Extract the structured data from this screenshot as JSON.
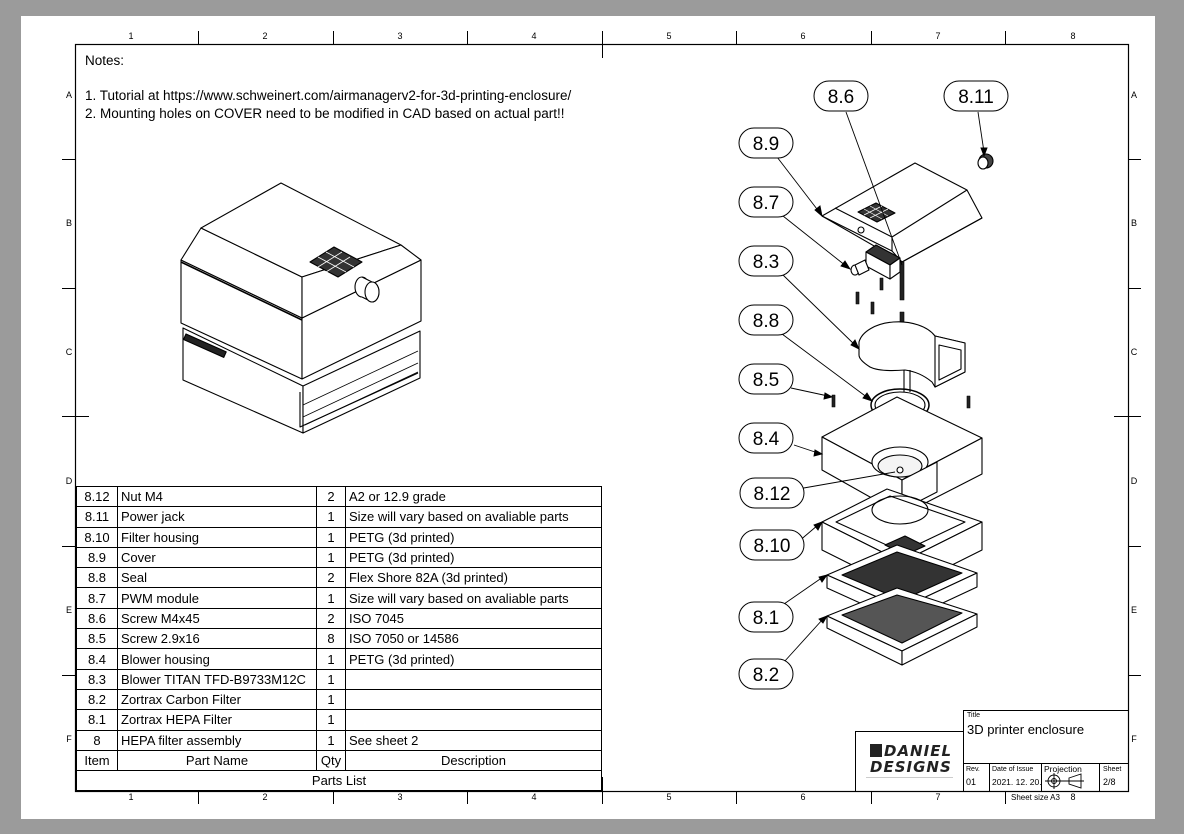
{
  "notes": {
    "title": "Notes:",
    "lines": [
      "1. Tutorial at https://www.schweinert.com/airmanagerv2-for-3d-printing-enclosure/",
      "2. Mounting holes on COVER need to be modified in CAD based on actual part!!"
    ]
  },
  "zones": {
    "columns": [
      "1",
      "2",
      "3",
      "4",
      "5",
      "6",
      "7",
      "8"
    ],
    "rows": [
      "A",
      "B",
      "C",
      "D",
      "E",
      "F"
    ]
  },
  "parts_list": {
    "caption": "Parts List",
    "headers": {
      "item": "Item",
      "name": "Part Name",
      "qty": "Qty",
      "description": "Description"
    },
    "rows": [
      {
        "item": "8.12",
        "name": "Nut M4",
        "qty": "2",
        "description": "A2 or 12.9 grade"
      },
      {
        "item": "8.11",
        "name": "Power jack",
        "qty": "1",
        "description": "Size will vary based on avaliable parts"
      },
      {
        "item": "8.10",
        "name": "Filter housing",
        "qty": "1",
        "description": "PETG (3d printed)"
      },
      {
        "item": "8.9",
        "name": "Cover",
        "qty": "1",
        "description": "PETG (3d printed)"
      },
      {
        "item": "8.8",
        "name": "Seal",
        "qty": "2",
        "description": "Flex Shore 82A (3d printed)"
      },
      {
        "item": "8.7",
        "name": "PWM module",
        "qty": "1",
        "description": "Size will vary based on avaliable parts"
      },
      {
        "item": "8.6",
        "name": "Screw M4x45",
        "qty": "2",
        "description": "ISO 7045"
      },
      {
        "item": "8.5",
        "name": "Screw 2.9x16",
        "qty": "8",
        "description": "ISO 7050 or 14586"
      },
      {
        "item": "8.4",
        "name": "Blower housing",
        "qty": "1",
        "description": "PETG (3d printed)"
      },
      {
        "item": "8.3",
        "name": "Blower TITAN TFD-B9733M12C",
        "qty": "1",
        "description": ""
      },
      {
        "item": "8.2",
        "name": "Zortrax Carbon Filter",
        "qty": "1",
        "description": ""
      },
      {
        "item": "8.1",
        "name": "Zortrax HEPA Filter",
        "qty": "1",
        "description": ""
      },
      {
        "item": "8",
        "name": "HEPA filter assembly",
        "qty": "1",
        "description": "See sheet 2"
      }
    ]
  },
  "balloons": [
    "8.6",
    "8.11",
    "8.9",
    "8.7",
    "8.3",
    "8.8",
    "8.5",
    "8.4",
    "8.12",
    "8.10",
    "8.1",
    "8.2"
  ],
  "title_block": {
    "title_label": "Title",
    "title": "3D printer enclosure",
    "rev_label": "Rev.",
    "rev": "01",
    "date_label": "Date of Issue",
    "date": "2021. 12. 20.",
    "projection_label": "Projection",
    "sheet_label": "Sheet",
    "sheet": "2/8",
    "sheet_size": "Sheet size A3"
  },
  "logo": {
    "line1": "DANIEL",
    "line2": "DESIGNS"
  }
}
